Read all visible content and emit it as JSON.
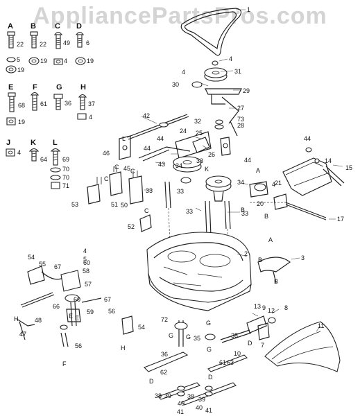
{
  "watermark": "AppliancePartsPros.com",
  "hardware_sets": [
    {
      "letter": "A",
      "parts": [
        "22",
        "5",
        "19"
      ]
    },
    {
      "letter": "B",
      "parts": [
        "22",
        "19"
      ]
    },
    {
      "letter": "C",
      "parts": [
        "49",
        "4"
      ]
    },
    {
      "letter": "D",
      "parts": [
        "6",
        "19"
      ]
    },
    {
      "letter": "E",
      "parts": [
        "68",
        "19"
      ]
    },
    {
      "letter": "F",
      "parts": [
        "61"
      ]
    },
    {
      "letter": "G",
      "parts": [
        "36"
      ]
    },
    {
      "letter": "H",
      "parts": [
        "37",
        "4"
      ]
    },
    {
      "letter": "J",
      "parts": [
        "4"
      ]
    },
    {
      "letter": "K",
      "parts": [
        "64"
      ]
    },
    {
      "letter": "L",
      "parts": [
        "69",
        "70",
        "70",
        "71"
      ]
    }
  ],
  "callouts": [
    "1",
    "2",
    "3",
    "4",
    "4",
    "4",
    "4",
    "5",
    "7",
    "8",
    "9",
    "10",
    "11",
    "12",
    "13",
    "14",
    "15",
    "17",
    "20",
    "21",
    "24",
    "25",
    "26",
    "27",
    "28",
    "29",
    "30",
    "31",
    "32",
    "33",
    "33",
    "33",
    "33",
    "33",
    "34",
    "34",
    "35",
    "35",
    "36",
    "38",
    "38",
    "39",
    "39",
    "40",
    "40",
    "41",
    "41",
    "42",
    "43",
    "44",
    "44",
    "44",
    "44",
    "45",
    "46",
    "47",
    "48",
    "50",
    "51",
    "52",
    "53",
    "54",
    "54",
    "55",
    "56",
    "56",
    "57",
    "58",
    "59",
    "60",
    "60",
    "61",
    "62",
    "63",
    "66",
    "67",
    "67",
    "72",
    "73"
  ],
  "reference_letters": [
    "A",
    "A",
    "B",
    "B",
    "B",
    "B",
    "C",
    "C",
    "C",
    "C",
    "D",
    "D",
    "D",
    "E",
    "E",
    "F",
    "G",
    "G",
    "G",
    "G",
    "H",
    "H",
    "K",
    "L"
  ]
}
